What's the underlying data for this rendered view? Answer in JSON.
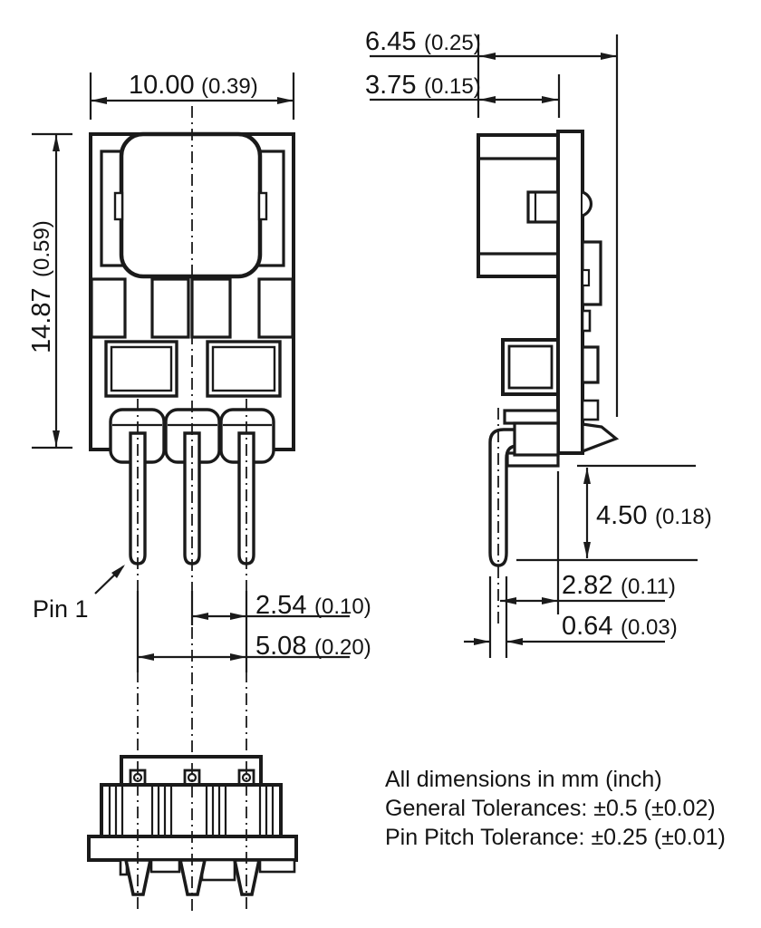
{
  "drawing": {
    "pin1_label": "Pin 1",
    "notes": {
      "units": "All dimensions in mm (inch)",
      "general_tolerance": "General Tolerances: ±0.5 (±0.02)",
      "pin_pitch_tolerance": "Pin Pitch Tolerance: ±0.25 (±0.01)"
    },
    "dimensions": {
      "body_width": {
        "mm": "10.00",
        "inch": "(0.39)"
      },
      "body_height": {
        "mm": "14.87",
        "inch": "(0.59)"
      },
      "total_depth": {
        "mm": "6.45",
        "inch": "(0.25)"
      },
      "front_depth": {
        "mm": "3.75",
        "inch": "(0.15)"
      },
      "pin_pitch": {
        "mm": "2.54",
        "inch": "(0.10)"
      },
      "pin_span": {
        "mm": "5.08",
        "inch": "(0.20)"
      },
      "pin_length": {
        "mm": "4.50",
        "inch": "(0.18)"
      },
      "pin_offset": {
        "mm": "2.82",
        "inch": "(0.11)"
      },
      "pin_thickness": {
        "mm": "0.64",
        "inch": "(0.03)"
      }
    },
    "colors": {
      "line": "#1a1a1a",
      "background": "#ffffff"
    }
  }
}
